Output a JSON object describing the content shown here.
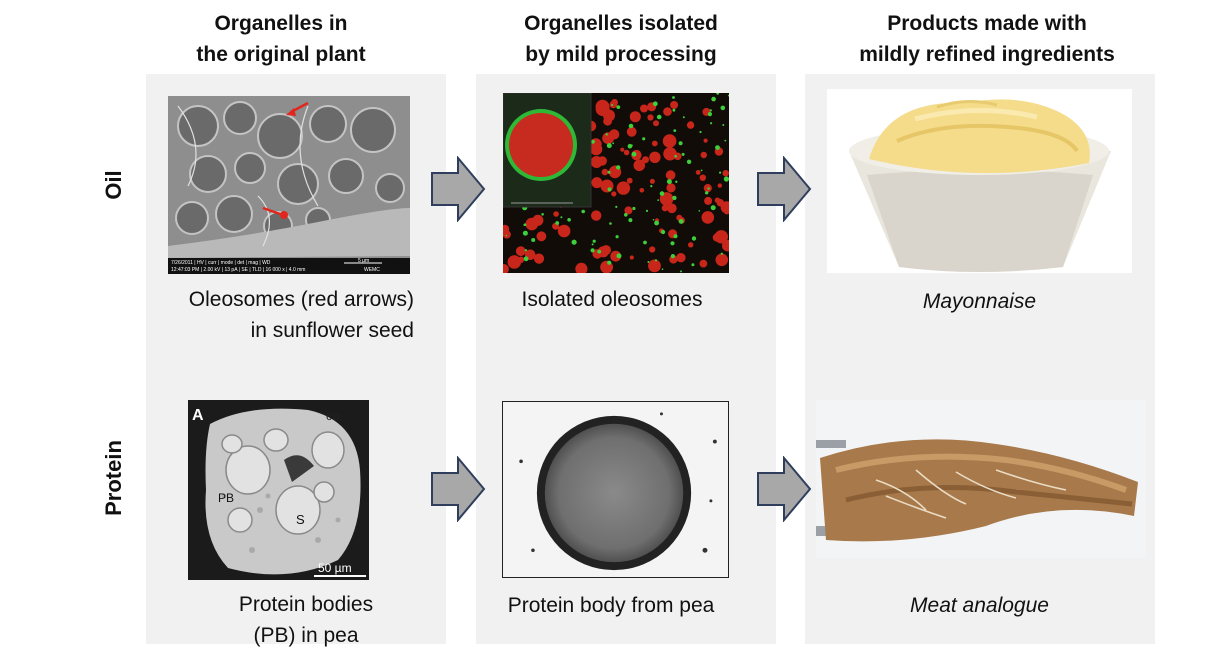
{
  "columns": [
    {
      "title": "Organelles in\nthe original plant"
    },
    {
      "title": "Organelles isolated\nby mild processing"
    },
    {
      "title": "Products made with\nmildly refined ingredients"
    }
  ],
  "rows": [
    {
      "label": "Oil"
    },
    {
      "label": "Protein"
    }
  ],
  "captions": {
    "oil_plant": "Oleosomes (red arrows)\nin sunflower seed",
    "oil_isolated": "Isolated oleosomes",
    "oil_product": "Mayonnaise",
    "protein_plant": "Protein bodies\n(PB) in pea",
    "protein_isolated": "Protein body from pea",
    "protein_product": "Meat analogue"
  },
  "image_labels": {
    "sem_footer_left": "7/26/2011 | HV | curr | mode | det | mag | WD",
    "sem_footer_left2": "12:47:03 PM | 2.00 kV | 13 pA | SE | TLD | 16 000 x | 4.0 mm",
    "sem_scale": "5 µm",
    "sem_brand": "WEMC",
    "panel_letter": "A",
    "cw_label": "cw",
    "pb_label": "PB",
    "s_label": "S",
    "pea_scale": "50 µm"
  },
  "colors": {
    "column_bg": "#f1f1f1",
    "arrow_fill": "#a8a8a8",
    "arrow_stroke": "#2f3e5c",
    "oleosome_red": "#d42a1e",
    "stain_green": "#39c83a"
  }
}
